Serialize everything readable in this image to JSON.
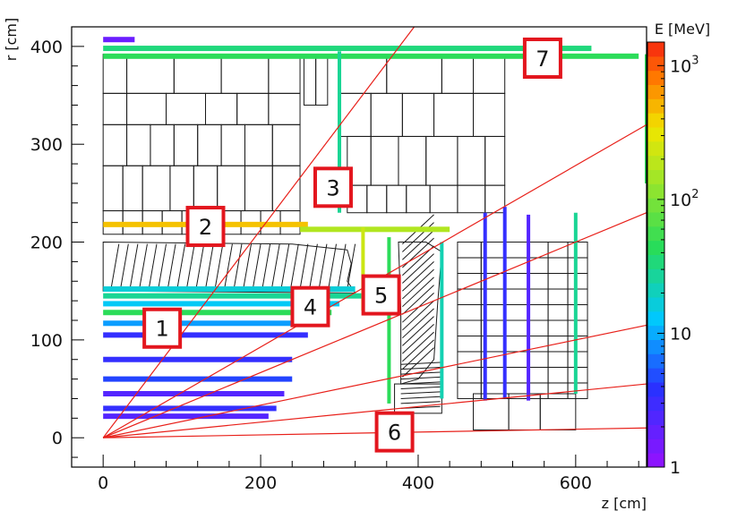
{
  "chart_data": {
    "type": "event-display",
    "xlabel": "z [cm]",
    "ylabel": "r [cm]",
    "xlim": [
      -40,
      690
    ],
    "ylim": [
      -30,
      420
    ],
    "x_ticks": [
      "0",
      "200",
      "400",
      "600"
    ],
    "y_ticks": [
      "0",
      "100",
      "200",
      "300",
      "400"
    ],
    "colorbar": {
      "title": "E [MeV]",
      "scale": "log",
      "range": [
        1,
        1500
      ],
      "ticks": [
        {
          "value": 1,
          "base": "1",
          "exp": ""
        },
        {
          "value": 10,
          "base": "10",
          "exp": ""
        },
        {
          "value": 100,
          "base": "10",
          "exp": "2"
        },
        {
          "value": 1000,
          "base": "10",
          "exp": "3"
        }
      ]
    },
    "rays_origin": [
      0,
      0
    ],
    "rays_end": [
      [
        395,
        420
      ],
      [
        690,
        320
      ],
      [
        690,
        230
      ],
      [
        690,
        115
      ],
      [
        690,
        55
      ],
      [
        690,
        10
      ]
    ],
    "labels": [
      {
        "text": "1",
        "z": 75,
        "r": 112
      },
      {
        "text": "2",
        "z": 130,
        "r": 216
      },
      {
        "text": "3",
        "z": 292,
        "r": 256
      },
      {
        "text": "4",
        "z": 263,
        "r": 134
      },
      {
        "text": "5",
        "z": 353,
        "r": 146
      },
      {
        "text": "6",
        "z": 370,
        "r": 6
      },
      {
        "text": "7",
        "z": 558,
        "r": 388
      }
    ],
    "deposits": [
      {
        "z1": 0,
        "z2": 40,
        "r": 407,
        "E": 1.5
      },
      {
        "z1": 0,
        "z2": 620,
        "r": 398,
        "E": 30
      },
      {
        "z1": 0,
        "z2": 680,
        "r": 390,
        "E": 40
      },
      {
        "z1": 0,
        "z2": 260,
        "r": 218,
        "E": 400
      },
      {
        "z1": 250,
        "z2": 440,
        "r": 213,
        "E": 150
      },
      {
        "z1": 0,
        "z2": 320,
        "r": 152,
        "E": 15
      },
      {
        "z1": 0,
        "z2": 330,
        "r": 145,
        "E": 25
      },
      {
        "z1": 0,
        "z2": 300,
        "r": 137,
        "E": 12
      },
      {
        "z1": 0,
        "z2": 290,
        "r": 128,
        "E": 40
      },
      {
        "z1": 0,
        "z2": 270,
        "r": 117,
        "E": 8
      },
      {
        "z1": 0,
        "z2": 260,
        "r": 105,
        "E": 3
      },
      {
        "z1": 0,
        "z2": 240,
        "r": 80,
        "E": 3
      },
      {
        "z1": 0,
        "z2": 240,
        "r": 60,
        "E": 4
      },
      {
        "z1": 0,
        "z2": 230,
        "r": 45,
        "E": 2
      },
      {
        "z1": 0,
        "z2": 220,
        "r": 30,
        "E": 3
      },
      {
        "z1": 0,
        "z2": 210,
        "r": 22,
        "E": 2
      }
    ],
    "vertical_deposits": [
      {
        "z": 300,
        "r1": 230,
        "r2": 395,
        "E": 25
      },
      {
        "z": 330,
        "r1": 130,
        "r2": 215,
        "E": 200
      },
      {
        "z": 363,
        "r1": 35,
        "r2": 205,
        "E": 40
      },
      {
        "z": 430,
        "r1": 40,
        "r2": 200,
        "E": 20
      },
      {
        "z": 485,
        "r1": 38,
        "r2": 230,
        "E": 3
      },
      {
        "z": 510,
        "r1": 40,
        "r2": 236,
        "E": 3
      },
      {
        "z": 540,
        "r1": 38,
        "r2": 228,
        "E": 2
      },
      {
        "z": 600,
        "r1": 45,
        "r2": 230,
        "E": 25
      },
      {
        "z": 690,
        "r1": 260,
        "r2": 392,
        "E": 40
      }
    ]
  }
}
